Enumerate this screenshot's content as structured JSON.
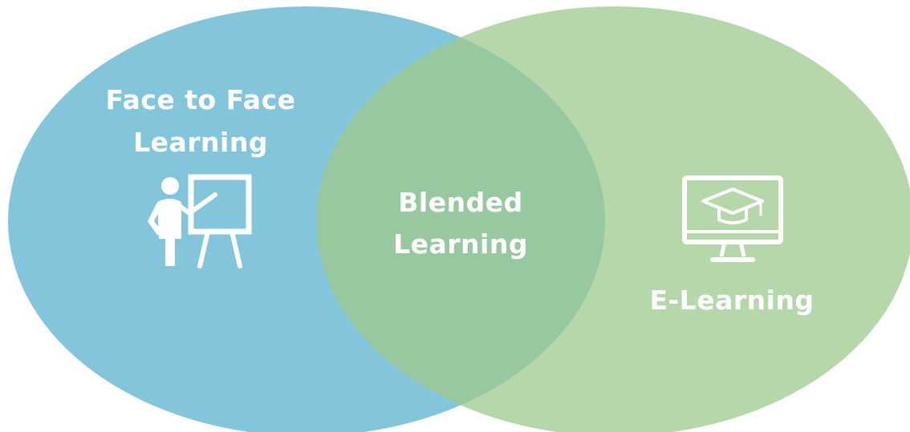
{
  "diagram": {
    "type": "venn",
    "colors": {
      "left_circle": "#83c5da",
      "right_circle": "#b5d7a9",
      "overlap": "#97c8a0",
      "text": "#ffffff"
    },
    "left": {
      "line1": "Face to Face",
      "line2": "Learning",
      "icon": "teacher-presenting-icon"
    },
    "center": {
      "line1": "Blended",
      "line2": "Learning"
    },
    "right": {
      "label": "E-Learning",
      "icon": "monitor-graduation-cap-icon"
    }
  }
}
